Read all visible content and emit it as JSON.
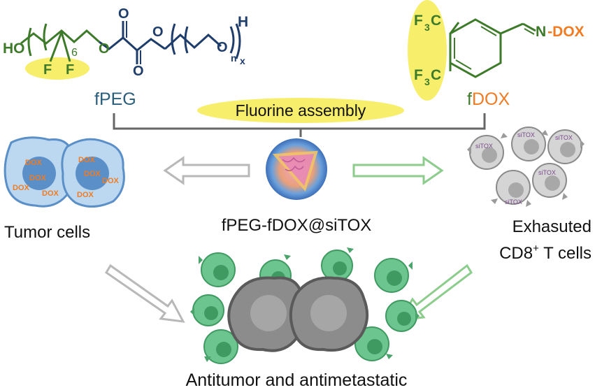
{
  "fpeg": {
    "ho": "HO",
    "h": "H",
    "f_left": "F",
    "f_right": "F",
    "sub_6": "6",
    "sub_n": "n",
    "sub_x": "x",
    "o_ether": "O",
    "o_carbonyl_top": "O",
    "o_ester": "O",
    "o_carbonyl_bottom": "O",
    "o_peg": "O",
    "label": "fPEG"
  },
  "fdox": {
    "cf3_top": "F",
    "cf3_top_sub": "3",
    "cf3_top_c": "C",
    "cf3_bottom": "F",
    "cf3_bottom_sub": "3",
    "cf3_bottom_c": "C",
    "imine": "N-DOX",
    "label_f": "f",
    "label_dox": "DOX"
  },
  "assembly_label": "Fluorine assembly",
  "tumor": {
    "label": "Tumor cells",
    "dox_text": "DOX"
  },
  "nanoparticle_label": "fPEG-fDOX@siTOX",
  "tcells": {
    "label_line1": "Exhasuted",
    "label_line2_a": "CD8",
    "label_line2_sup": "+",
    "label_line2_b": " T cells",
    "sitox_text": "siTOX"
  },
  "outcome_label": "Antitumor and antimetastatic",
  "colors": {
    "green": "#3d7a2a",
    "navy": "#1f3d6b",
    "orange": "#f07b22",
    "yellow": "#f7ee6b",
    "cell_blue": "#bcd8f0",
    "nucleus_blue": "#5b8fc7",
    "tcell_green": "#6cc58e",
    "gray_tumor": "#8c8c8c"
  }
}
